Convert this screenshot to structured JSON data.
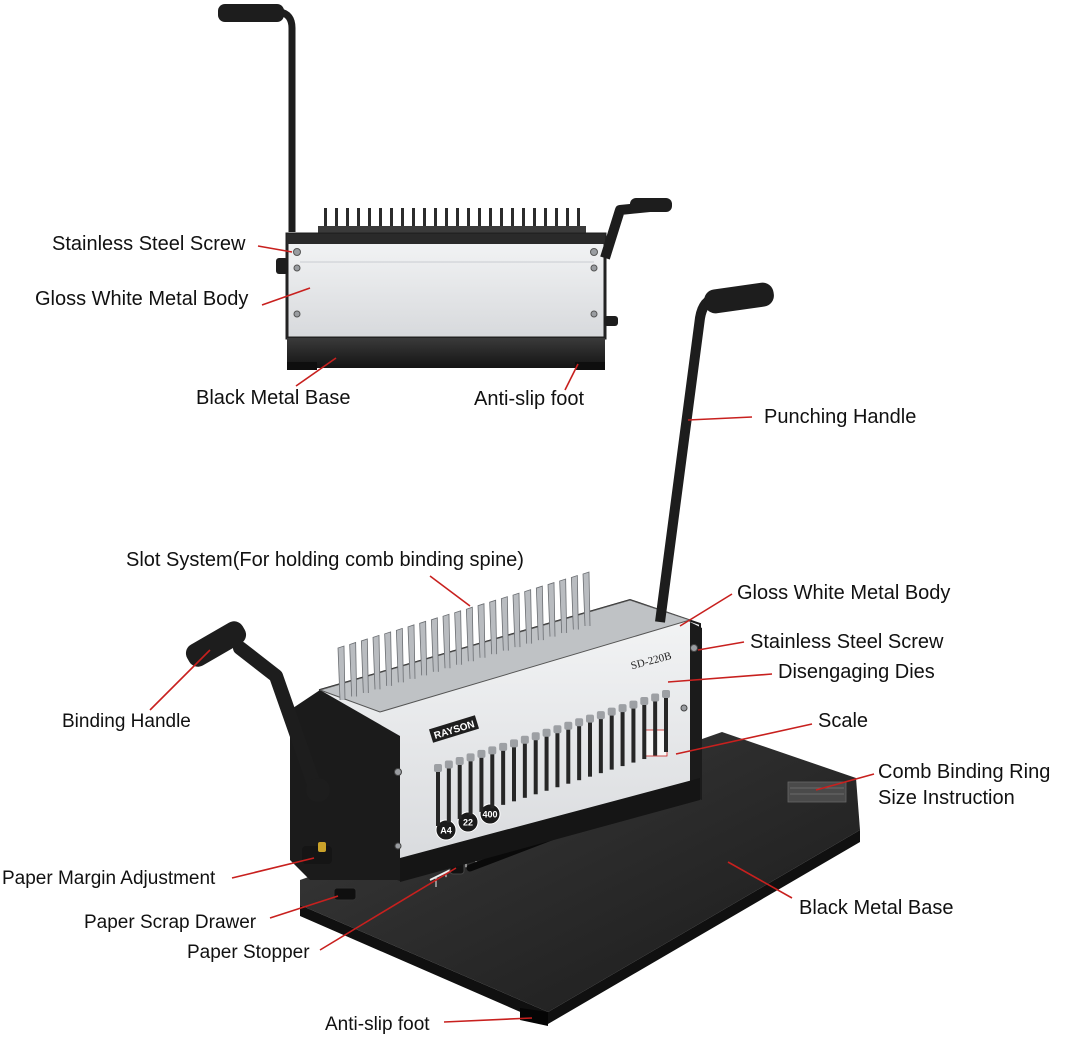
{
  "colors": {
    "leader": "#c8201e",
    "body_metal": "#e4e6e8",
    "black_metal": "#1c1c1c",
    "base_top": "#2e2e2e",
    "comb_steel": "#b9bcc0"
  },
  "top_machine": {
    "labels": {
      "stainless_screw": "Stainless Steel Screw",
      "gloss_body": "Gloss White Metal Body",
      "black_base": "Black Metal Base",
      "anti_slip": "Anti-slip foot"
    }
  },
  "main_machine": {
    "brand": "RAYSON",
    "model": "SD-220B",
    "badges": [
      "A4",
      "22",
      "400"
    ],
    "labels": {
      "punching_handle": "Punching Handle",
      "slot_system": "Slot System(For holding comb binding spine)",
      "gloss_body": "Gloss White Metal Body",
      "stainless_screw": "Stainless Steel Screw",
      "disengaging_dies": "Disengaging Dies",
      "binding_handle": "Binding Handle",
      "scale": "Scale",
      "comb_ring_line1": "Comb Binding Ring",
      "comb_ring_line2": "Size Instruction",
      "paper_margin": "Paper Margin Adjustment",
      "black_base": "Black Metal Base",
      "scrap_drawer": "Paper Scrap Drawer",
      "paper_stopper": "Paper Stopper",
      "anti_slip": "Anti-slip foot"
    }
  }
}
